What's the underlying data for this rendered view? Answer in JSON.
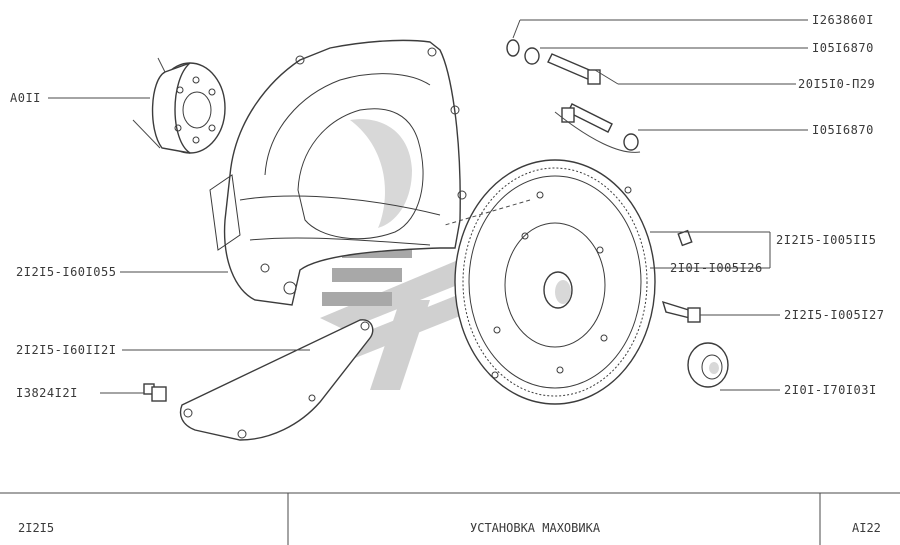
{
  "labels": {
    "a011": "A0II",
    "p12638601": "I263860I",
    "p10516870_top": "I05I6870",
    "p20151029": "20I5I0-П29",
    "p10516870_mid": "I05I6870",
    "p21215_1005115": "2I2I5-I005II5",
    "p2101_1005126": "2I0I-I005I26",
    "p21215_1601055": "2I2I5-I60I055",
    "p21215_1005127": "2I2I5-I005I27",
    "p21215_1601121": "2I2I5-I60II2I",
    "p13824121": "I3824I2I",
    "p2101_1701031": "2I0I-I70I03I"
  },
  "title_block": {
    "model": "2I2I5",
    "title": "УСТАНОВКА  МАХОВИКА",
    "sheet": "AI22"
  },
  "colors": {
    "ink": "#3c3c3c",
    "watermark": "#c8c8c8"
  }
}
